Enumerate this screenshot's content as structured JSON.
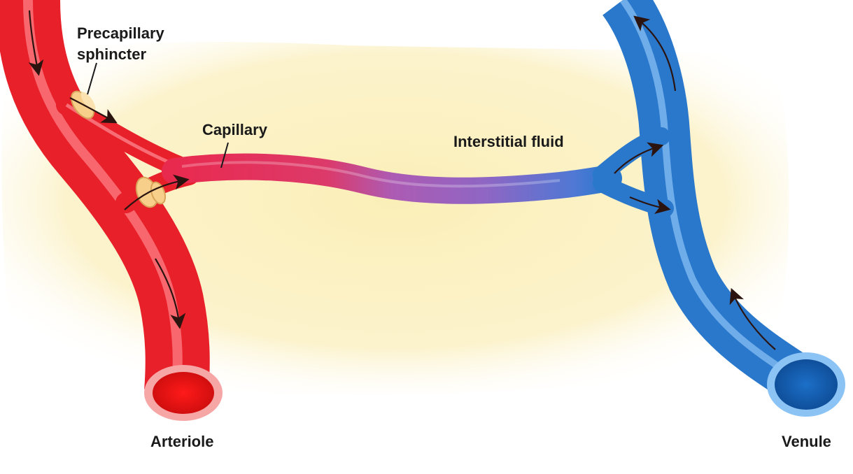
{
  "labels": {
    "precapillary_sphincter_line1": "Precapillary",
    "precapillary_sphincter_line2": "sphincter",
    "capillary": "Capillary",
    "interstitial_fluid": "Interstitial fluid",
    "arteriole": "Arteriole",
    "venule": "Venule"
  },
  "colors": {
    "background_fluid": "#fbf0bf",
    "arteriole": "#e8202a",
    "arteriole_highlight": "#ff8a8a",
    "capillary_arterial": "#e03060",
    "capillary_mid": "#a55bb8",
    "capillary_venous": "#6f6fd0",
    "venule": "#2a78cc",
    "venule_highlight": "#8cc3f5",
    "sphincter": "#f7cf8a",
    "arrow": "#2b1410"
  }
}
